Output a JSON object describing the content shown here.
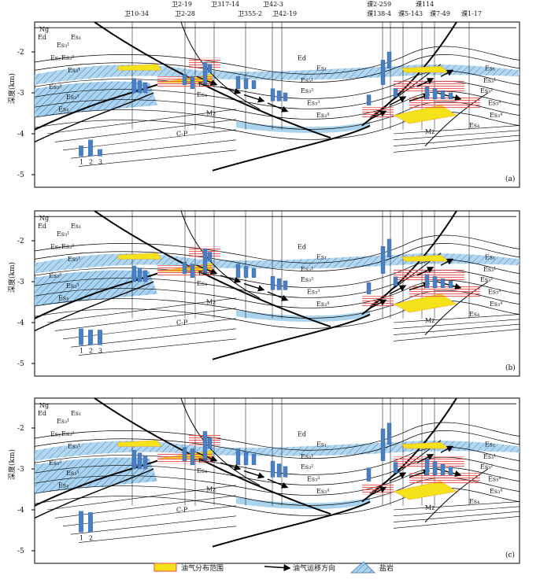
{
  "wells": [
    "卫10-34",
    "卫2-19",
    "卫2-28",
    "卫317-14",
    "卫355-2",
    "卫42-3",
    "卫42-19",
    "濮2-259",
    "濮138-4",
    "濮5-143",
    "濮114",
    "濮7-49",
    "濮1-17"
  ],
  "axis": {
    "title": "深度(km)",
    "ticks": [
      "-2",
      "-3",
      "-4",
      "-5"
    ]
  },
  "formations": {
    "Ng": "Ng",
    "Ed": "Ed",
    "Es1": "Es₁",
    "Es2": "Es₂",
    "Es3": "Es₃",
    "Es3a": "Es₃¹",
    "Es3b": "Es₃²",
    "Es3c": "Es₃³",
    "Es3d": "Es₃⁴",
    "Es4": "Es₄",
    "Mz": "Mz",
    "CP": "C-P"
  },
  "panels": [
    {
      "label": "(a)",
      "mini_legend": [
        "1",
        "2",
        "3"
      ],
      "mini_values": [
        0.45,
        0.7,
        0.3
      ]
    },
    {
      "label": "(b)",
      "mini_legend": [
        "1",
        "2",
        "3"
      ],
      "mini_values": [
        0.7,
        0.65,
        0.65
      ]
    },
    {
      "label": "(c)",
      "mini_legend": [
        "1",
        "2"
      ],
      "mini_values": [
        0.9,
        0.85
      ]
    }
  ],
  "legend": {
    "range": "油气分布范围",
    "migration": "油气运移方向",
    "salt": "盐岩"
  },
  "colors": {
    "salt_fill": "#a9d3ee",
    "bar_fill": "#4a7fc1",
    "oil_yellow": "#f5e21a",
    "oil_red": "#e94a4a",
    "line": "#000000"
  }
}
